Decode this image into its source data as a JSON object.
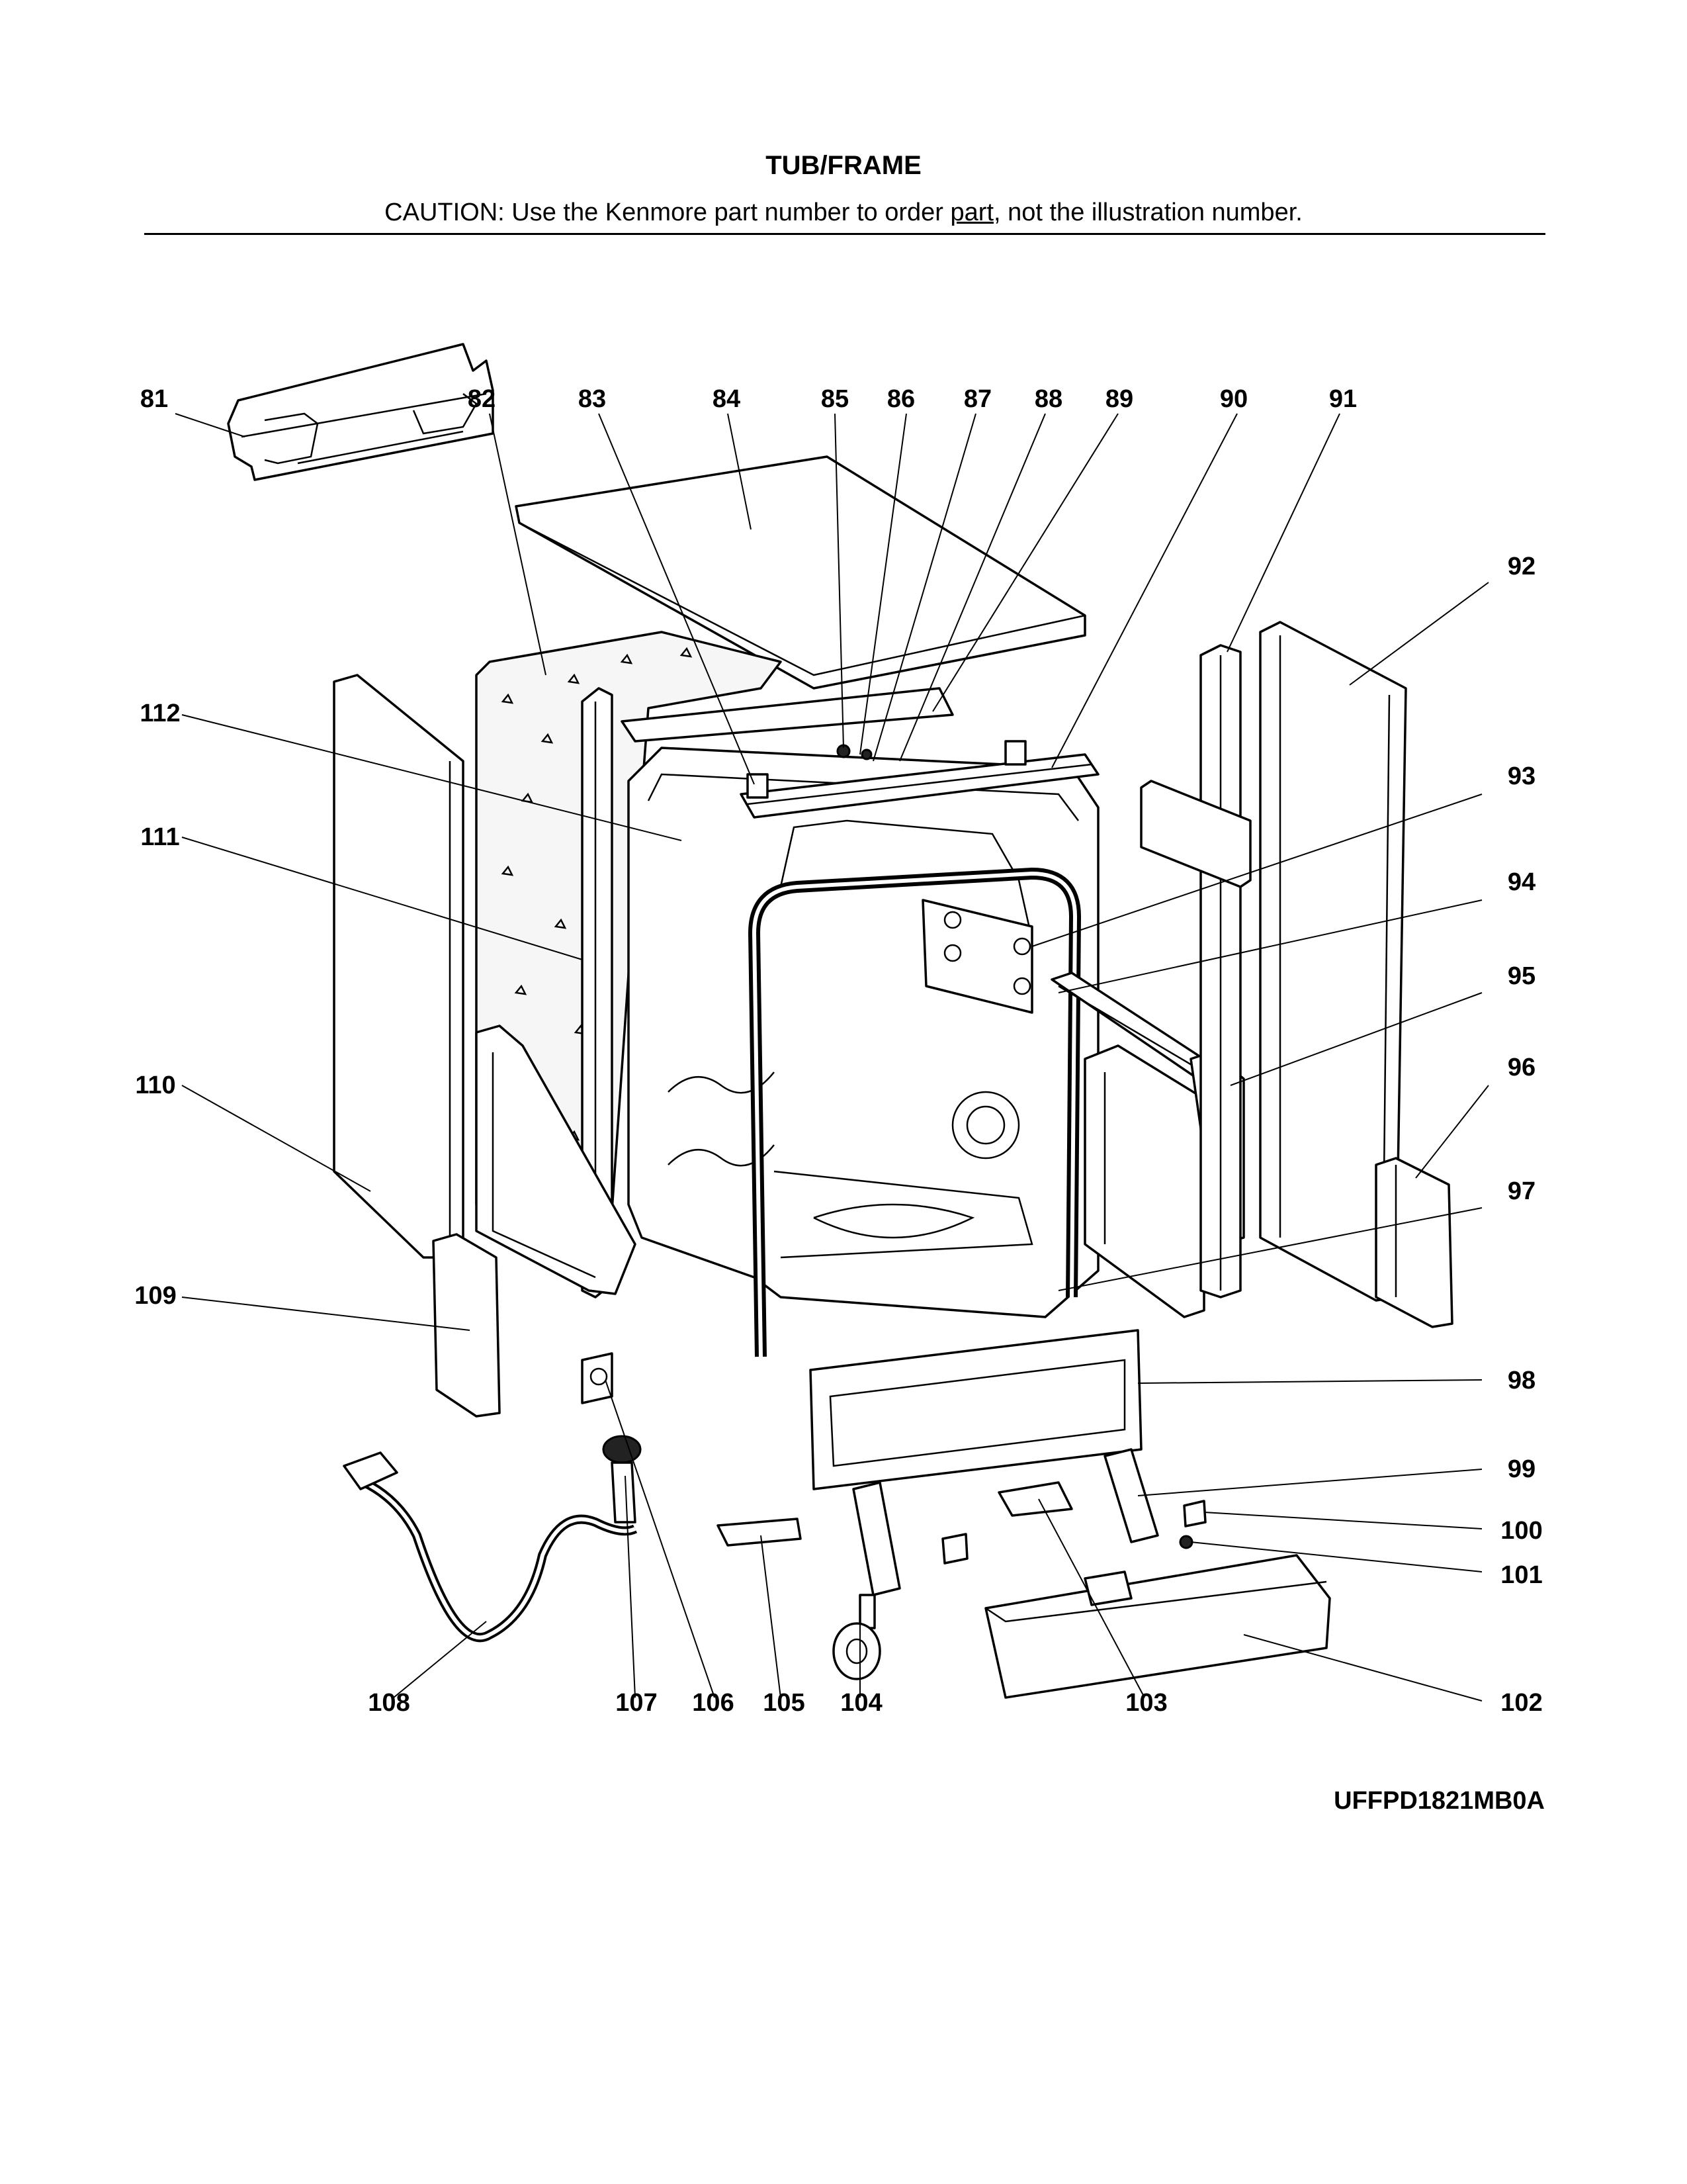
{
  "header": {
    "title": "TUB/FRAME",
    "caution_prefix": "CAUTION: Use the Kenmore part number to order ",
    "caution_link": "part",
    "caution_suffix": ", not the illustration number."
  },
  "diagram": {
    "model_code": "UFFPD1821MB0A",
    "callouts": [
      "81",
      "82",
      "83",
      "84",
      "85",
      "86",
      "87",
      "88",
      "89",
      "90",
      "91",
      "92",
      "93",
      "94",
      "95",
      "96",
      "97",
      "98",
      "99",
      "100",
      "101",
      "102",
      "103",
      "104",
      "105",
      "106",
      "107",
      "108",
      "109",
      "110",
      "111",
      "112"
    ]
  }
}
